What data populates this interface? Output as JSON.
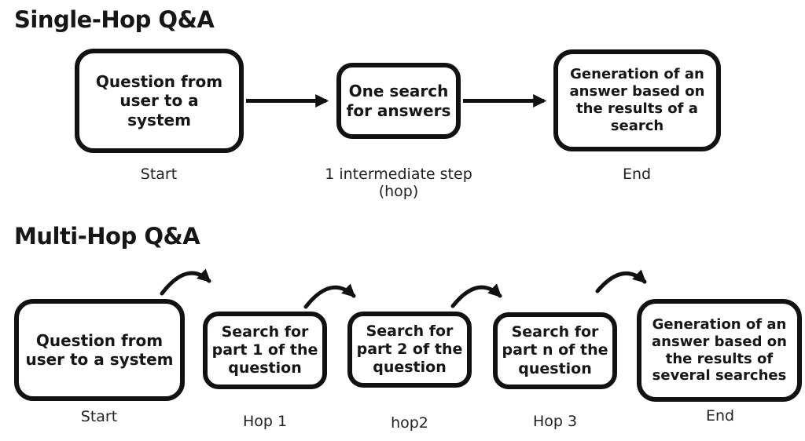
{
  "colors": {
    "ink": "#111111",
    "background": "#ffffff"
  },
  "single_hop": {
    "heading": "Single-Hop Q&A",
    "nodes": [
      {
        "text": "Question from\nuser to a system",
        "caption": "Start"
      },
      {
        "text": "One search\nfor answers",
        "caption": "1 intermediate step\n(hop)"
      },
      {
        "text": "Generation of an\nanswer based on\nthe results of a\nsearch",
        "caption": "End"
      }
    ]
  },
  "multi_hop": {
    "heading": "Multi-Hop Q&A",
    "nodes": [
      {
        "text": "Question from\nuser to a system",
        "caption": "Start"
      },
      {
        "text": "Search for\npart 1 of the\nquestion",
        "caption": "Hop 1"
      },
      {
        "text": "Search for\npart 2 of the\nquestion",
        "caption": "hop2"
      },
      {
        "text": "Search for\npart n of the\nquestion",
        "caption": "Hop 3"
      },
      {
        "text": "Generation of an\nanswer based on\nthe results of\nseveral searches",
        "caption": "End"
      }
    ]
  }
}
